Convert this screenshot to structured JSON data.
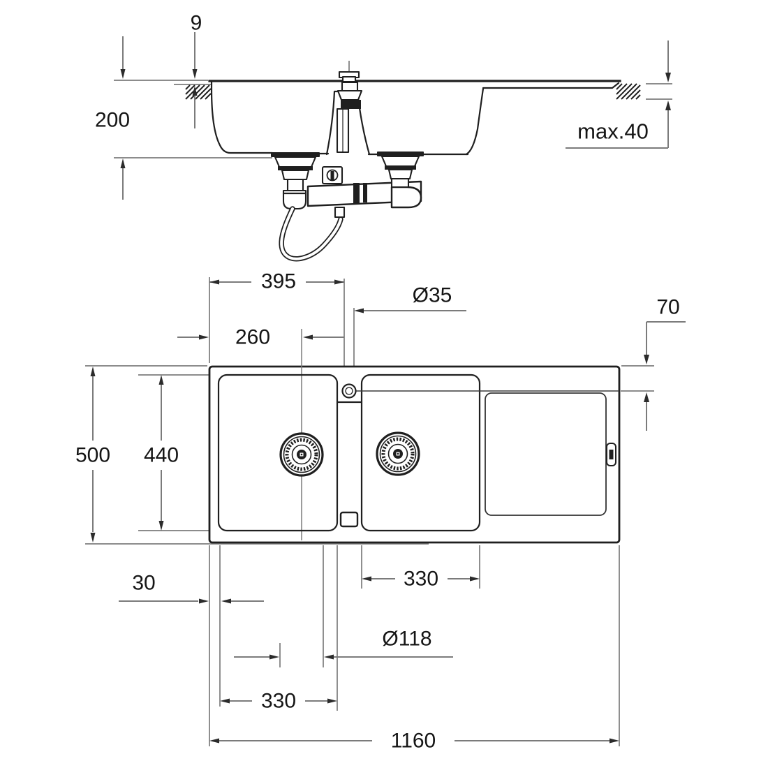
{
  "meta": {
    "units": "mm",
    "drawing_type": "technical dimension drawing",
    "subject": "kitchen sink with two bowls, drainer board, tap hole and waste set",
    "background_color": "#ffffff",
    "object_line_color": "#1f1f1f",
    "dimension_line_color": "#7b7b7b",
    "text_color": "#151515"
  },
  "front_view": {
    "name": "front sectional view",
    "dims": {
      "rim_height": "9",
      "bowl_depth": "200",
      "counter_thickness": "max.40"
    }
  },
  "plan_view": {
    "name": "top view",
    "dims": {
      "tap_from_left": "395",
      "tap_diameter": "Ø35",
      "tap_from_front": "70",
      "drain_from_left": "260",
      "overall_depth": "500",
      "bowl_depth": "440",
      "right_bowl_width": "330",
      "edge_to_bowl": "30",
      "drain_diameter": "Ø118",
      "left_bowl_width": "330",
      "overall_width": "1160"
    }
  }
}
